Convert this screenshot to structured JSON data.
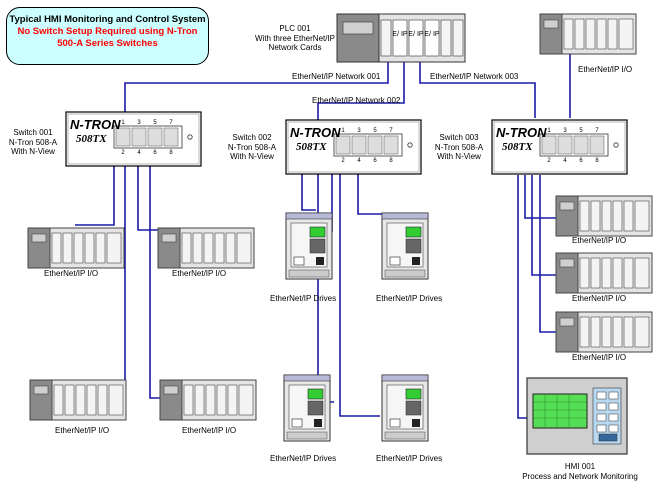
{
  "title": {
    "line1": "Typical HMI Monitoring and Control System",
    "line2": "No Switch Setup Required using N-Tron 500-A Series Switches"
  },
  "plc": {
    "label_line1": "PLC 001",
    "label_line2": "With three EtherNet/IP",
    "label_line3": "Network Cards",
    "card_label": "E/ IP"
  },
  "networks": {
    "n1": "EtherNet/IP Network 001",
    "n2": "EtherNet/IP Network 002",
    "n3": "EtherNet/IP Network 003"
  },
  "switches": [
    {
      "line1": "Switch 001",
      "line2": "N-Tron 508-A",
      "line3": "With N-View"
    },
    {
      "line1": "Switch 002",
      "line2": "N-Tron 508-A",
      "line3": "With N-View"
    },
    {
      "line1": "Switch 003",
      "line2": "N-Tron 508-A",
      "line3": "With N-View"
    }
  ],
  "switch_face": {
    "brand": "N-TRON",
    "model": "508TX",
    "ports_top": [
      "1",
      "3",
      "5",
      "7"
    ],
    "ports_bottom": [
      "2",
      "4",
      "6",
      "8"
    ]
  },
  "device_labels": {
    "io": "EtherNet/IP I/O",
    "drives": "EtherNet/IP Drives"
  },
  "hmi": {
    "label_line1": "HMI 001",
    "label_line2": "Process and Network Monitoring"
  },
  "colors": {
    "link": "#1a1aa8",
    "title_bg": "#ccffff",
    "title_red": "#ff0000",
    "device_body": "#d8d8d8",
    "device_dark": "#555555",
    "drive_screen": "#33cc33",
    "hmi_screen": "#55dd55"
  }
}
